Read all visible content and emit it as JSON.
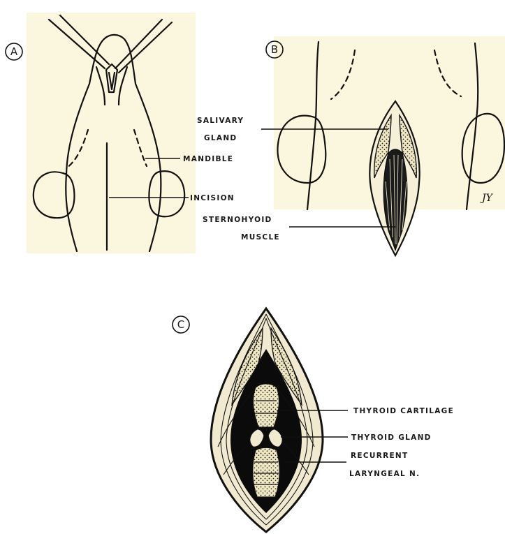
{
  "colors": {
    "paper": "#fbf6de",
    "ink": "#111111",
    "cavity": "#0b0b0b",
    "tissue": "#f3ecd0"
  },
  "panel_a": {
    "letter": "A",
    "labels": {
      "mandible": "MANDIBLE",
      "incision": "INCISION"
    }
  },
  "panel_b": {
    "letter": "B",
    "labels": {
      "salivary_line1": "SALIVARY",
      "salivary_line2": "GLAND",
      "sterno_line1": "STERNOHYOID",
      "sterno_line2": "MUSCLE"
    },
    "signature": "JY"
  },
  "panel_c": {
    "letter": "C",
    "labels": {
      "thyroid_cartilage": "THYROID CARTILAGE",
      "thyroid_gland": "THYROID GLAND",
      "recurrent_line1": "RECURRENT",
      "recurrent_line2": "LARYNGEAL N."
    }
  }
}
